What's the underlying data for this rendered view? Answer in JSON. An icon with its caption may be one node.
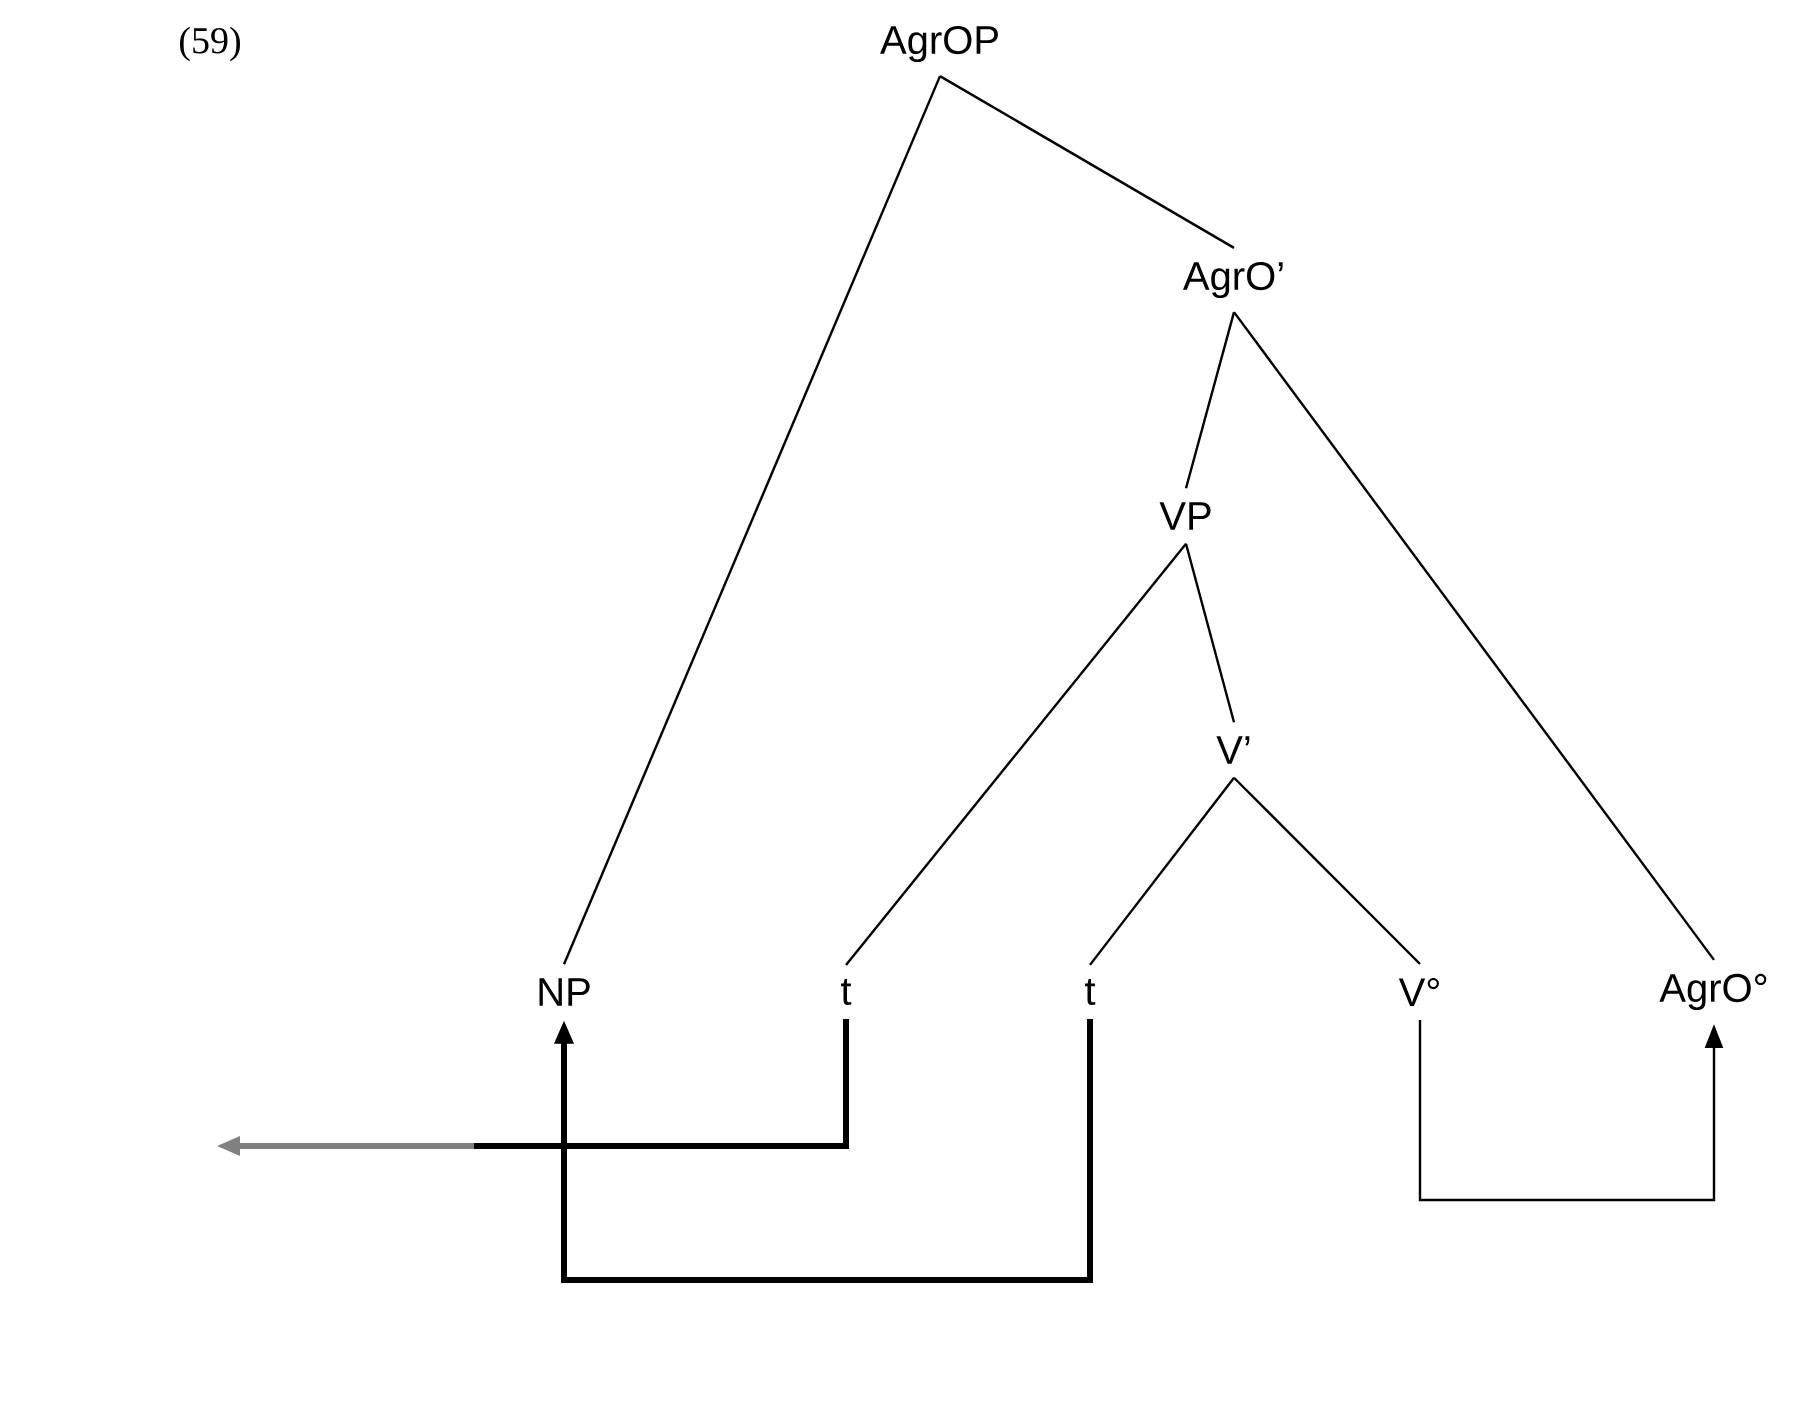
{
  "diagram": {
    "nodes": [
      {
        "text": [
          "AgrOP"
        ]
      },
      {
        "text": [
          "AgrO’"
        ]
      },
      {
        "text": [
          "VP"
        ]
      },
      {
        "text": [
          "V’"
        ]
      },
      {
        "text": [
          "NP"
        ]
      },
      {
        "text": [
          "t"
        ]
      },
      {
        "text": [
          "t"
        ]
      },
      {
        "text": [
          "V°"
        ]
      },
      {
        "text": [
          "AgrO°"
        ]
      }
    ],
    "edges": [
      {
        "from": 0,
        "to": 4,
        "arrow": "none"
      },
      {
        "from": 0,
        "to": 1,
        "arrow": "none"
      },
      {
        "from": 1,
        "to": 2,
        "arrow": "none"
      },
      {
        "from": 1,
        "to": 8,
        "arrow": "none"
      },
      {
        "from": 2,
        "to": 5,
        "arrow": "none"
      },
      {
        "from": 2,
        "to": 3,
        "arrow": "none"
      },
      {
        "from": 3,
        "to": 6,
        "arrow": "none"
      },
      {
        "from": 3,
        "to": 7,
        "arrow": "none"
      },
      {
        "from": 5,
        "to": null,
        "arrow": "to",
        "style": "thick"
      },
      {
        "from": 6,
        "to": 4,
        "arrow": "to",
        "style": "thick"
      },
      {
        "from": 7,
        "to": 8,
        "arrow": "to"
      }
    ],
    "labels": [
      "(59)"
    ]
  }
}
